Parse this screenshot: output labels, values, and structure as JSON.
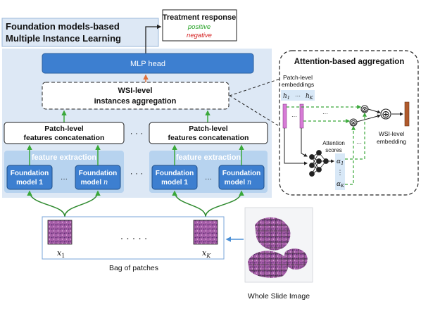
{
  "title": {
    "line1": "Foundation models-based",
    "line2": "Multiple Instance Learning"
  },
  "treatment": {
    "title": "Treatment response",
    "positive": "positive",
    "negative": "negative"
  },
  "mlp_head": "MLP head",
  "aggregation": {
    "line1": "WSI-level",
    "line2": "instances aggregation"
  },
  "patch_concat": {
    "line1": "Patch-level",
    "line2": "features concatenation"
  },
  "feature_extraction": "feature extraction",
  "foundation_models": {
    "left_first_l1": "Foundation",
    "left_first_l2": "model 1",
    "left_n_l1": "Foundation",
    "left_n_l2": "model ",
    "right_first_l1": "Foundation",
    "right_first_l2": "model 1",
    "right_n_l1": "Foundation",
    "right_n_l2": "model ",
    "n_symbol": "n"
  },
  "ellipsis": {
    "small": "···",
    "between": "· · ·",
    "patches": "· · · · ·"
  },
  "bag": {
    "label": "Bag of patches",
    "x1_base": "x",
    "x1_sub": "1",
    "xk_base": "x",
    "xk_sub": "K"
  },
  "wsi": {
    "label": "Whole Slide Image"
  },
  "attention_panel": {
    "title": "Attention-based aggregation",
    "embeddings_line1": "Patch-level",
    "embeddings_line2": "embeddings",
    "h1_base": "h",
    "h1_sub": "1",
    "hk_base": "h",
    "hk_sub": "K",
    "h_dots": "···",
    "attention_line1": "Attention",
    "attention_line2": "scores",
    "alpha1_base": "α",
    "alpha1_sub": "1",
    "alphak_base": "α",
    "alphak_sub": "K",
    "alpha_dots": "⋮",
    "wsi_embedding_line1": "WSI-level",
    "wsi_embedding_line2": "embedding",
    "otimes": "⊗",
    "oplus": "⊕",
    "dots": "···"
  },
  "colors": {
    "blue_box": "#3d7fd0",
    "blue_box_border": "#2c5f9e",
    "panel_bg": "#dde8f5",
    "feature_bg": "#b7d3ef",
    "green_arrow": "#3aa83a",
    "orange_arrow": "#e0703a",
    "positive": "#27a327",
    "negative": "#d42020",
    "wsi_embedding": "#b05a2c",
    "embedding_bar": "#d77bd6"
  }
}
